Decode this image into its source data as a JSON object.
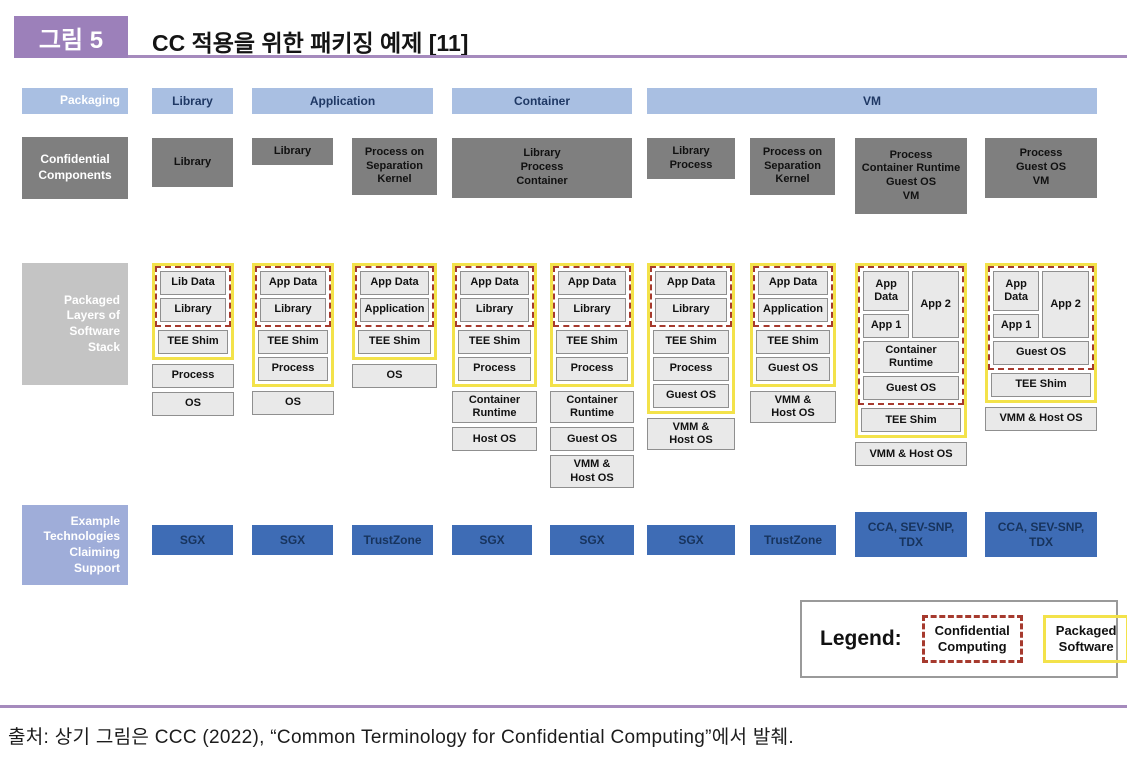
{
  "header": {
    "figure_label": "그림 5",
    "title": "CC 적용을 위한 패키징 예제 [11]"
  },
  "packaging_row": {
    "label": "Packaging",
    "items": [
      {
        "label": "Library"
      },
      {
        "label": "Application"
      },
      {
        "label": "Container"
      },
      {
        "label": "VM"
      }
    ]
  },
  "confidential_row": {
    "label": "Confidential\nComponents",
    "items": [
      {
        "label": "Library"
      },
      {
        "label": "Library"
      },
      {
        "label": "Process on\nSeparation\nKernel"
      },
      {
        "label": "Library\nProcess\nContainer"
      },
      {
        "label": "Library\nProcess"
      },
      {
        "label": "Process on\nSeparation\nKernel"
      },
      {
        "label": "Process\nContainer Runtime\nGuest OS\nVM"
      },
      {
        "label": "Process\nGuest OS\nVM"
      }
    ]
  },
  "packaged_label": "Packaged\nLayers of\nSoftware\nStack",
  "stacks": [
    {
      "red": [
        "Lib Data",
        "Library"
      ],
      "yellow": [
        "TEE Shim"
      ],
      "below": [
        "Process",
        "OS"
      ]
    },
    {
      "red": [
        "App Data",
        "Library"
      ],
      "yellow": [
        "TEE Shim",
        "Process"
      ],
      "below": [
        "OS"
      ]
    },
    {
      "red": [
        "App Data",
        "Application"
      ],
      "yellow": [
        "TEE Shim"
      ],
      "below": [
        "OS"
      ]
    },
    {
      "red": [
        "App Data",
        "Library"
      ],
      "yellow": [
        "TEE Shim",
        "Process"
      ],
      "below": [
        "Container\nRuntime",
        "Host OS"
      ]
    },
    {
      "red": [
        "App Data",
        "Library"
      ],
      "yellow": [
        "TEE Shim",
        "Process"
      ],
      "below": [
        "Container\nRuntime",
        "Guest OS",
        "VMM &\nHost OS"
      ]
    },
    {
      "red": [
        "App Data",
        "Library"
      ],
      "yellow": [
        "TEE Shim",
        "Process",
        "Guest OS"
      ],
      "below": [
        "VMM &\nHost OS"
      ]
    },
    {
      "red": [
        "App Data",
        "Application"
      ],
      "yellow": [
        "TEE Shim",
        "Guest OS"
      ],
      "below": [
        "VMM &\nHost OS"
      ]
    },
    {
      "grid": {
        "app_data": "App\nData",
        "app1": "App 1",
        "app2": "App 2"
      },
      "red": [
        "Container\nRuntime",
        "Guest OS"
      ],
      "yellow": [
        "TEE Shim"
      ],
      "below": [
        "VMM & Host OS"
      ]
    },
    {
      "grid": {
        "app_data": "App\nData",
        "app1": "App 1",
        "app2": "App 2"
      },
      "red": [
        "Guest OS"
      ],
      "yellow": [
        "TEE Shim"
      ],
      "below": [
        "VMM & Host OS"
      ]
    }
  ],
  "technologies_row": {
    "label": "Example\nTechnologies\nClaiming\nSupport",
    "items": [
      "SGX",
      "SGX",
      "TrustZone",
      "SGX",
      "SGX",
      "SGX",
      "TrustZone",
      "CCA, SEV-SNP,\nTDX",
      "CCA, SEV-SNP,\nTDX"
    ]
  },
  "legend": {
    "title": "Legend:",
    "confidential_label": "Confidential\nComputing",
    "packaged_label": "Packaged\nSoftware"
  },
  "source": "출처: 상기 그림은 CCC (2022), “Common Terminology for Confidential Computing”에서 발췌.",
  "colors": {
    "header_purple": "#9c80ba",
    "packaging_blue": "#a9bfe2",
    "component_gray": "#7f7f7f",
    "packaged_label_gray": "#c4c4c4",
    "technologies_label_blue": "#9fadd9",
    "technology_blue": "#3e6cb5",
    "stack_cell_gray": "#e9e9e9",
    "confidential_computing_red": "#a63a2e",
    "packaged_software_yellow": "#f3e24a"
  }
}
